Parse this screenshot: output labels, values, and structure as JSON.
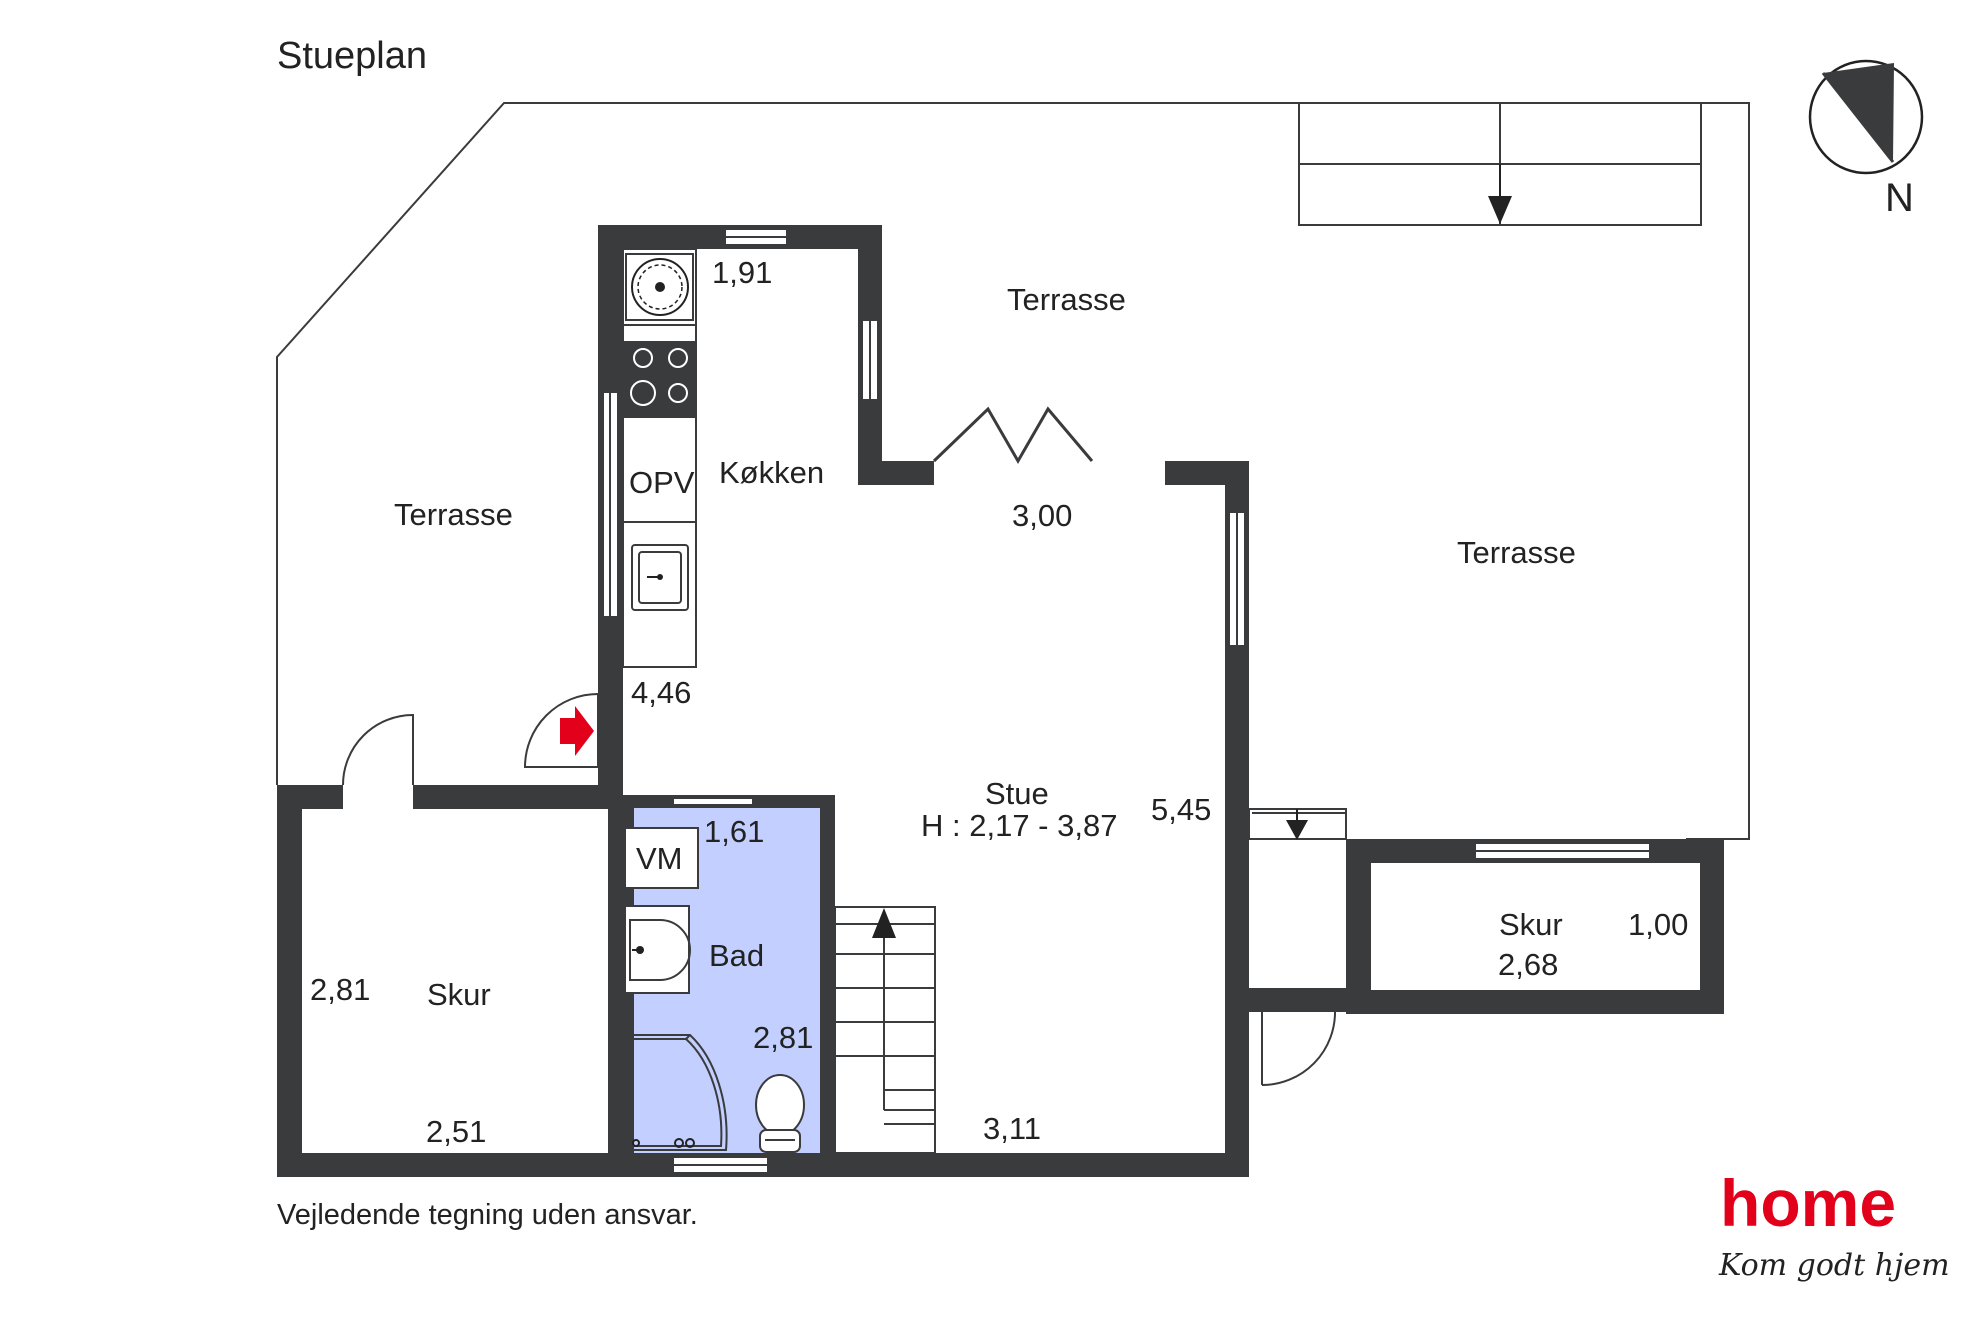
{
  "title": "Stueplan",
  "disclaimer": "Vejledende tegning uden ansvar.",
  "compass": {
    "letter": "N"
  },
  "brand": {
    "name": "home",
    "tagline": "Kom godt hjem",
    "color": "#e2001a"
  },
  "colors": {
    "wall": "#3a3b3d",
    "bathroom": "#c3d0ff",
    "entrance_arrow": "#e2001a"
  },
  "rooms": {
    "terrasse_left": "Terrasse",
    "terrasse_top": "Terrasse",
    "terrasse_right": "Terrasse",
    "kokken": "Køkken",
    "stue": "Stue",
    "stue_height": "H : 2,17 - 3,87",
    "bad": "Bad",
    "skur_left": "Skur",
    "skur_right": "Skur"
  },
  "fixtures": {
    "opv": "OPV",
    "vm": "VM"
  },
  "dimensions": {
    "kokken_top": "1,91",
    "kokken_side": "4,46",
    "stue_top": "3,00",
    "stue_side": "5,45",
    "stue_bottom": "3,11",
    "bad_top": "1,61",
    "bad_side": "2,81",
    "skur_left_side": "2,81",
    "skur_left_bottom": "2,51",
    "skur_right_side": "1,00",
    "skur_right_bottom": "2,68"
  },
  "icons": [
    "compass-icon",
    "entrance-arrow-icon",
    "stair-arrow-icon",
    "door-arrow-icon",
    "stove-icon",
    "fan-icon",
    "sink-icon",
    "toilet-icon",
    "shower-icon"
  ]
}
